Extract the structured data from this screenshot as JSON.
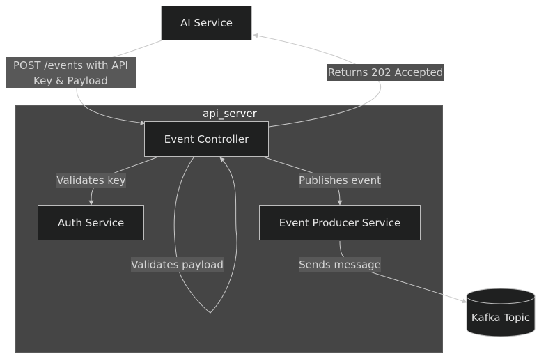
{
  "nodes": {
    "ai_service": "AI Service",
    "event_controller": "Event Controller",
    "auth_service": "Auth Service",
    "event_producer": "Event Producer Service",
    "kafka_topic": "Kafka Topic"
  },
  "cluster": {
    "title": "api_server"
  },
  "edges": {
    "post_events": "POST /events with API Key & Payload",
    "returns_202": "Returns 202 Accepted",
    "validates_key": "Validates key",
    "publishes_event": "Publishes event",
    "validates_payload": "Validates payload",
    "sends_message": "Sends message"
  },
  "colors": {
    "node_fill": "#1f2020",
    "cluster_fill": "#454545",
    "edge_stroke": "#c8c8c8"
  }
}
